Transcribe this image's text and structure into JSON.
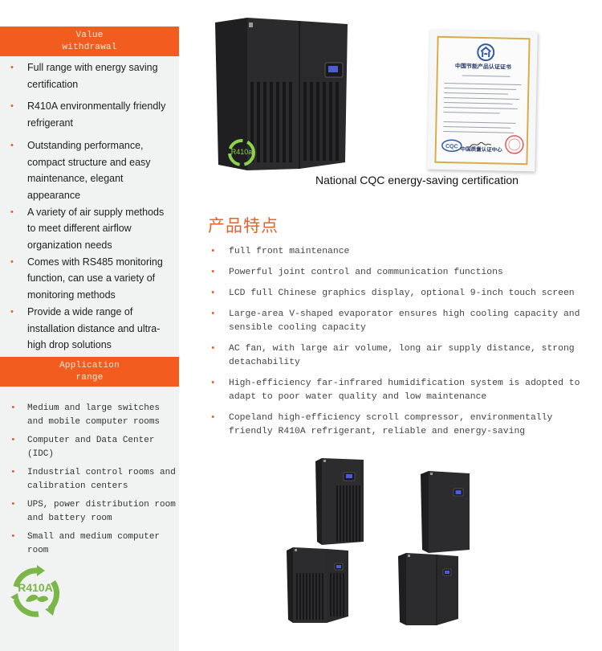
{
  "sidebar": {
    "advantages_header": [
      "Value",
      "withdrawal"
    ],
    "advantages": [
      "Full range with energy saving certification",
      "R410A environmentally friendly refrigerant",
      "Outstanding performance, compact structure and easy maintenance, elegant appearance",
      "A variety of air supply methods to meet different airflow organization needs",
      "Comes with RS485 monitoring function, can use a variety of monitoring methods",
      "Provide a wide range of installation distance and ultra-high drop solutions"
    ],
    "application_header": [
      "Application",
      "range"
    ],
    "applications": [
      "Medium and large switches and mobile computer rooms",
      "Computer and Data Center (IDC)",
      "Industrial control rooms and calibration centers",
      "UPS, power distribution room and battery room",
      "Small and medium computer room"
    ],
    "badge_label": "R410A"
  },
  "hero": {
    "unit_badge": "R410a",
    "certificate": {
      "title": "中国节能产品认证证书",
      "logo": "CQC",
      "issuer": "中国质量认证中心"
    },
    "caption": "National CQC energy-saving certification"
  },
  "features": {
    "title": "产品特点",
    "items": [
      "full front maintenance",
      "Powerful joint control and communication functions",
      "LCD full Chinese graphics display, optional 9-inch touch screen",
      "Large-area V-shaped evaporator ensures high cooling capacity and sensible cooling capacity",
      "AC fan, with large air volume, long air supply distance, strong detachability",
      "High-efficiency far-infrared humidification system is adopted to adapt to poor water quality and low maintenance",
      "Copeland high-efficiency scroll compressor, environmentally friendly R410A refrigerant, reliable and energy-saving"
    ]
  },
  "colors": {
    "accent": "#f25c1e",
    "sidebar_bg": "#f1f2f2",
    "bullet": "#f05a22",
    "feature_title": "#e8622a",
    "unit_body": "#2b2b2d",
    "eco_green": "#7ab648"
  },
  "bullet_glyph": "•"
}
